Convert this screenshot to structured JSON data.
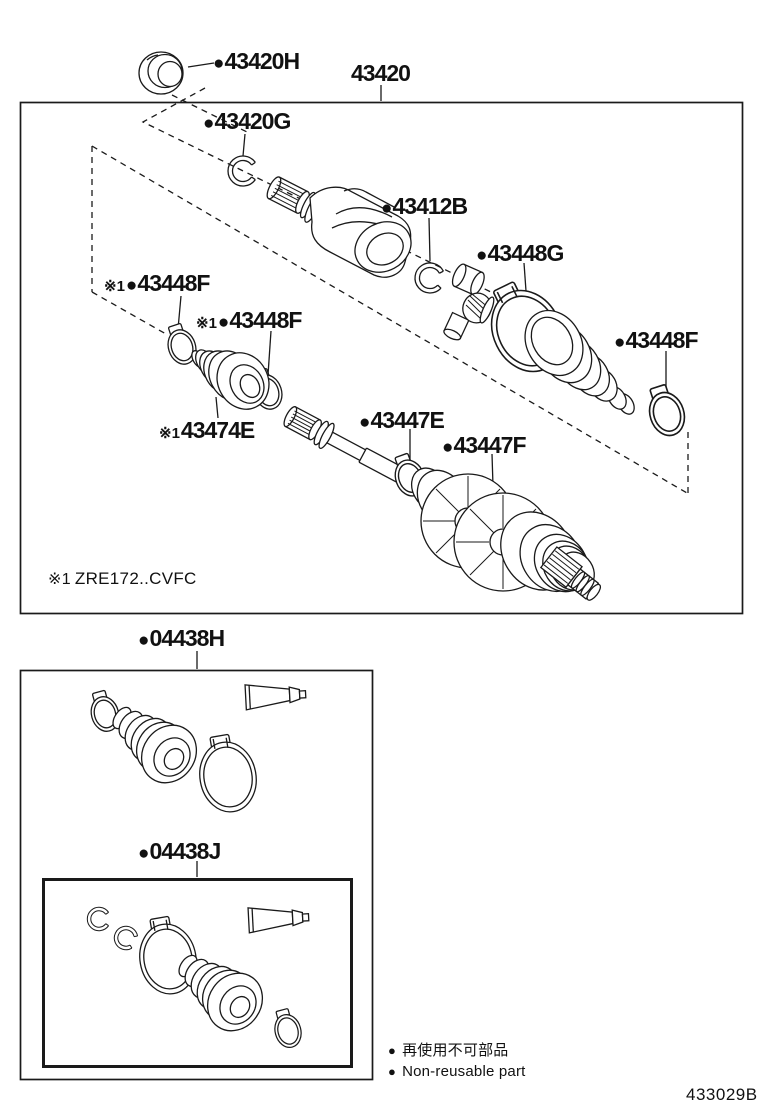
{
  "figure": {
    "drawing_number": "433029B",
    "variant_note": {
      "prefix": "※1",
      "text": "ZRE172..CVFC"
    },
    "legend": {
      "marker": "●",
      "line_jp": "再使用不可部品",
      "line_en": "Non-reusable part"
    },
    "callouts": [
      {
        "marker": "●",
        "prefix": "",
        "label": "43420H"
      },
      {
        "marker": "",
        "prefix": "",
        "label": "43420"
      },
      {
        "marker": "●",
        "prefix": "",
        "label": "43420G"
      },
      {
        "marker": "●",
        "prefix": "",
        "label": "43412B"
      },
      {
        "marker": "●",
        "prefix": "",
        "label": "43448G"
      },
      {
        "marker": "●",
        "prefix": "※1",
        "label": "43448F"
      },
      {
        "marker": "●",
        "prefix": "※1",
        "label": "43448F"
      },
      {
        "marker": "●",
        "prefix": "",
        "label": "43448F"
      },
      {
        "marker": "",
        "prefix": "※1",
        "label": "43474E"
      },
      {
        "marker": "●",
        "prefix": "",
        "label": "43447E"
      },
      {
        "marker": "●",
        "prefix": "",
        "label": "43447F"
      },
      {
        "marker": "●",
        "prefix": "",
        "label": "04438H"
      },
      {
        "marker": "●",
        "prefix": "",
        "label": "04438J"
      }
    ]
  }
}
